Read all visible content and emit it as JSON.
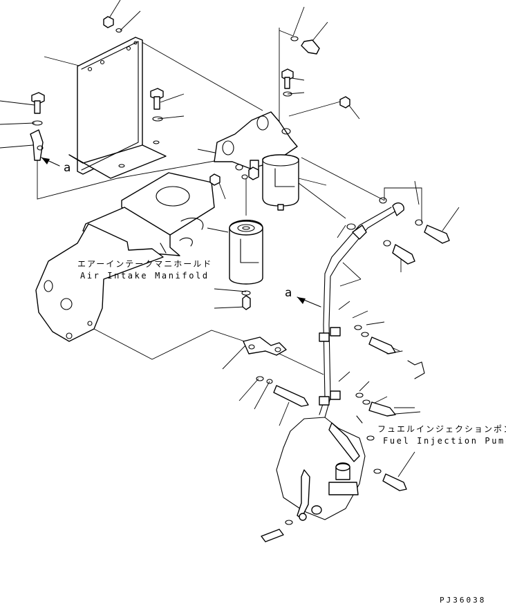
{
  "labels": {
    "air_intake_manifold_jp": "エアーインテークマニホールド",
    "air_intake_manifold_en": "Air Intake Manifold",
    "fuel_injection_pump_jp": "フュエルインジェクションポンプ",
    "fuel_injection_pump_en": "Fuel Injection Pump",
    "callout_a_left": "a",
    "callout_a_mid": "a",
    "drawing_code": "PJ36038"
  }
}
